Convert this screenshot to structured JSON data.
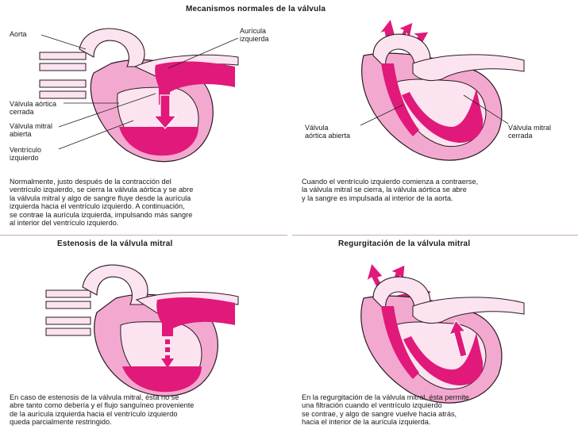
{
  "sections": {
    "normal": {
      "title": "Mecanismos normales de la válvula",
      "labels": {
        "aorta": "Aorta",
        "left_atrium": "Aurícula\nizquierda",
        "aortic_closed": "Válvula aórtica\ncerrada",
        "mitral_open": "Válvula mitral\nabierta",
        "left_ventricle": "Ventrículo\nizquierdo",
        "aortic_open": "Válvula\naórtica abierta",
        "mitral_closed": "Válvula mitral\ncerrada"
      },
      "text_left": "    Normalmente, justo después de la contracción del\nventrículo izquierdo, se cierra la válvula aórtica y se abre\nla válvula mitral y algo de sangre fluye desde la aurícula\nizquierda hacia el ventrículo izquierdo. A continuación,\nse contrae la aurícula izquierda, impulsando más sangre\nal interior del ventrículo izquierdo.",
      "text_right": "    Cuando el ventrículo izquierdo comienza a contraerse,\nla válvula mitral se cierra, la válvula aórtica se abre\ny la sangre es impulsada al interior de la aorta."
    },
    "stenosis": {
      "title": "Estenosis de la válvula mitral",
      "text": "    En caso de estenosis de la válvula mitral, ésta no se\nabre tanto como debería y el flujo sanguíneo proveniente\nde la aurícula izquierda hacia el ventrículo izquierdo\nqueda parcialmente restringido."
    },
    "regurgitation": {
      "title": "Regurgitación de la válvula mitral",
      "text": "    En la regurgitación de la válvula mitral, ésta permite\nuna filtración cuando el ventrículo izquierdo\nse contrae, y algo de sangre vuelve hacia atrás,\nhacia el interior de la aurícula izquierda."
    }
  },
  "colors": {
    "blood": "#e0197a",
    "wall": "#f3a9cf",
    "pale": "#fbe3ef",
    "outline": "#2a1a22",
    "divider": "#c9a9c2"
  }
}
